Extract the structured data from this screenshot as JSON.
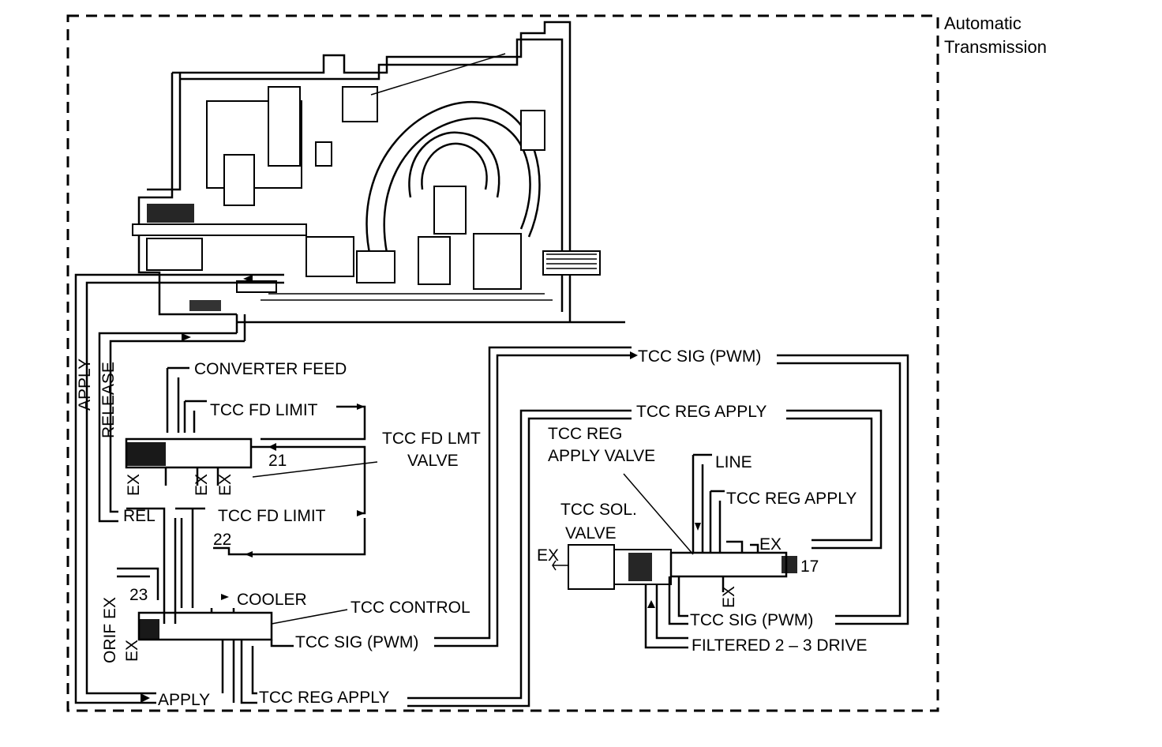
{
  "title": {
    "line1": "Automatic",
    "line2": "Transmission"
  },
  "labels": {
    "converter_feed": "CONVERTER FEED",
    "tcc_fd_limit_top": "TCC FD LIMIT",
    "tcc_fd_limit_mid": "TCC FD LIMIT",
    "tcc_fd_lmt_valve_1": "TCC FD LMT",
    "tcc_fd_lmt_valve_2": "VALVE",
    "num_21": "21",
    "num_22": "22",
    "num_23": "23",
    "num_17": "17",
    "rel": "REL",
    "cooler": "COOLER",
    "tcc_control": "TCC CONTROL",
    "tcc_sig_pwm_left": "TCC SIG (PWM)",
    "apply_bottom": "APPLY",
    "tcc_reg_apply_bottom": "TCC REG APPLY",
    "tcc_sig_pwm_top": "TCC SIG (PWM)",
    "tcc_reg_apply_top": "TCC REG APPLY",
    "tcc_reg_apply_valve_1": "TCC REG",
    "tcc_reg_apply_valve_2": "APPLY VALVE",
    "line": "LINE",
    "tcc_reg_apply_right": "TCC REG APPLY",
    "tcc_sol_valve_1": "TCC SOL.",
    "tcc_sol_valve_2": "VALVE",
    "ex_sol": "EX",
    "ex_reg_top": "EX",
    "ex_reg_bottom": "EX",
    "tcc_sig_pwm_right": "TCC SIG (PWM)",
    "filtered_drive": "FILTERED 2 – 3 DRIVE",
    "apply_vertical": "APPLY",
    "release_vertical": "RELEASE",
    "ex_fd_1": "EX",
    "ex_fd_2": "EX",
    "ex_fd_3": "EX",
    "orif_ex": "ORIF EX",
    "ex_control": "EX"
  }
}
